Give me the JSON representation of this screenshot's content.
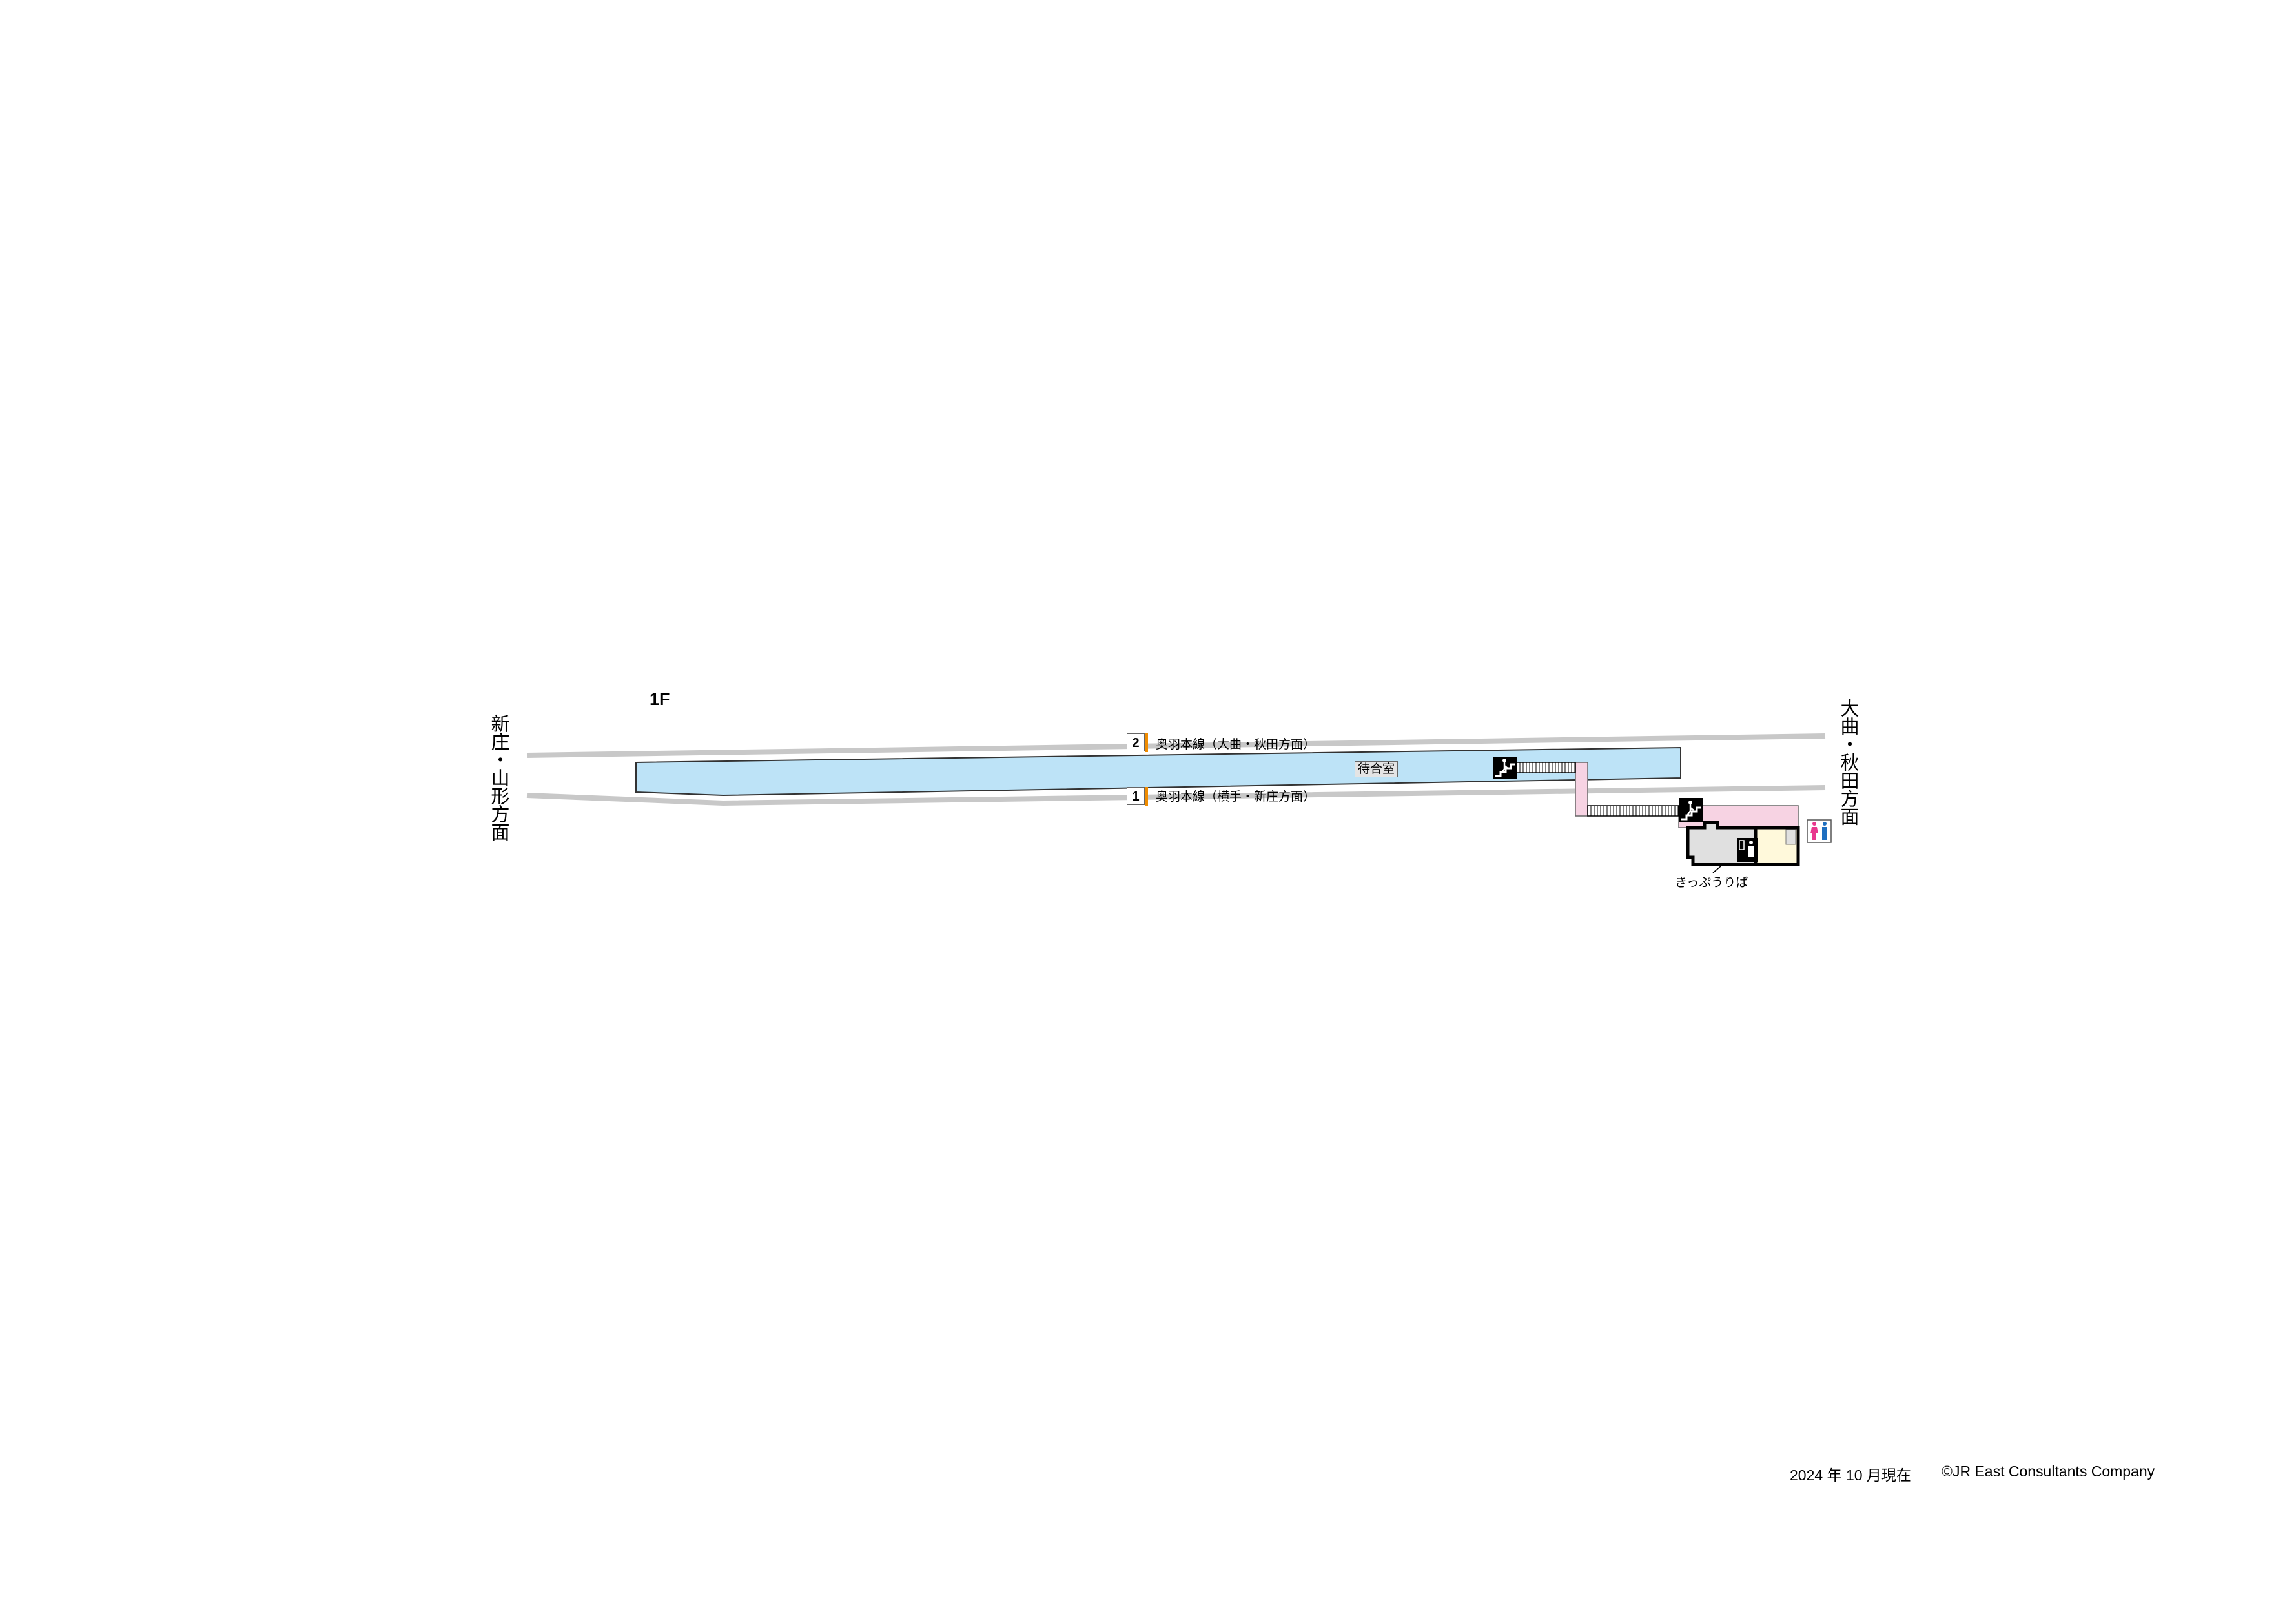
{
  "floor_label": "1F",
  "directions": {
    "left": "新庄・山形方面",
    "right": "大曲・秋田方面"
  },
  "tracks": [
    {
      "number": "2",
      "label": "奥羽本線（大曲・秋田方面）"
    },
    {
      "number": "1",
      "label": "奥羽本線（横手・新庄方面）"
    }
  ],
  "facilities": {
    "waiting_room": "待合室",
    "ticket_office": "きっぷうりば",
    "stairs_icon": "stairs-icon",
    "toilet_icon": "toilet-icon",
    "ticket_icon": "ticket-counter-icon"
  },
  "colors": {
    "platform": "#bde3f7",
    "concourse": "#f7d3e3",
    "track": "#c8c8c8",
    "track_accent": "#f08c00",
    "ticket_area": "#e0e0e0",
    "office": "#fff9db",
    "toilet_female": "#e8378d",
    "toilet_male": "#1e6fc0"
  },
  "footer": {
    "date": "2024 年 10 月現在",
    "copyright": "©JR East Consultants Company"
  }
}
